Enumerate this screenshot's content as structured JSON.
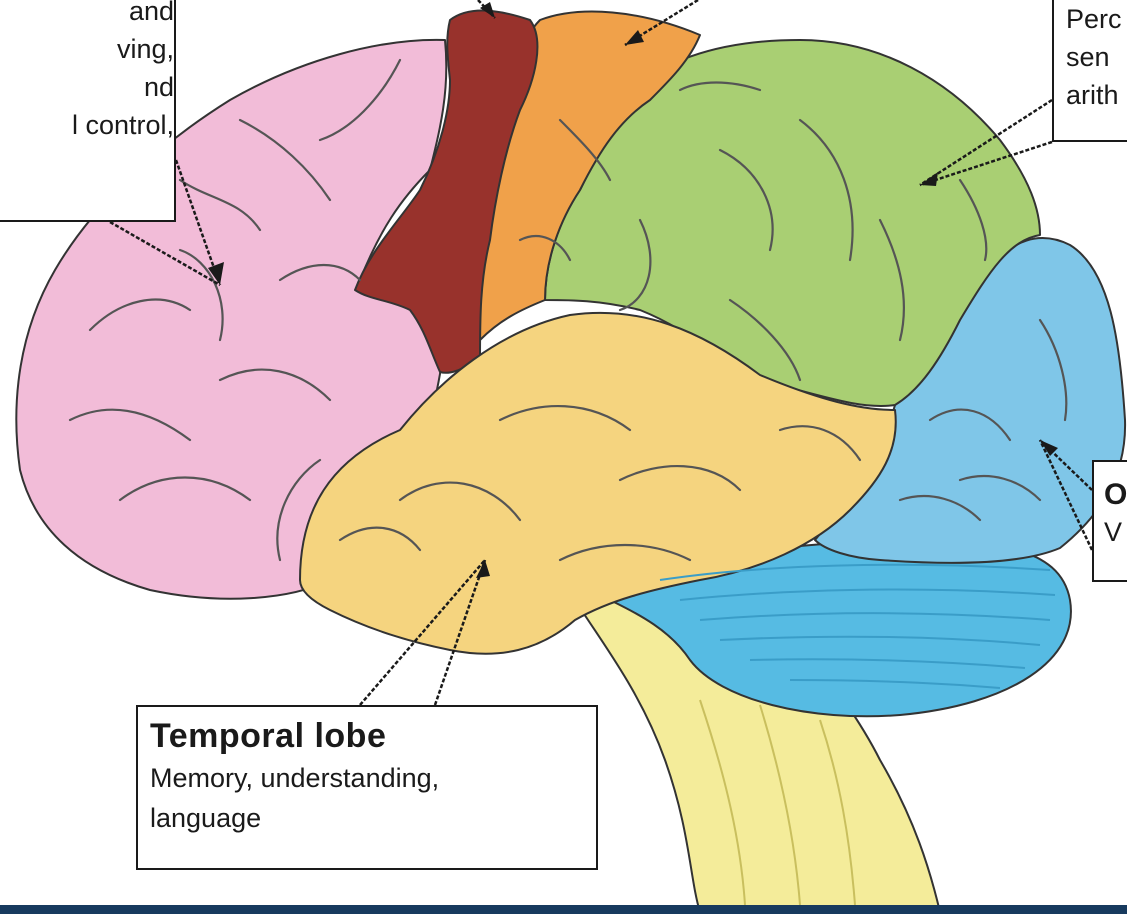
{
  "colors": {
    "frontal": "#f2bcd8",
    "motor": "#98322c",
    "sensory": "#f0a14a",
    "parietal": "#a9cf73",
    "occipital": "#7fc6e8",
    "cerebellum": "#56bbe3",
    "temporal": "#f5d47f",
    "brainstem": "#f4ec9a",
    "outline": "#333333",
    "bottom_bar": "#173a5e"
  },
  "callouts": {
    "frontal": {
      "lines": [
        "and",
        "ving,",
        "nd",
        "l control,"
      ]
    },
    "parietal": {
      "lines": [
        "Perc",
        "sen",
        "arith"
      ]
    },
    "occipital": {
      "title": "O",
      "description": "V"
    },
    "temporal": {
      "title": "Temporal lobe",
      "line1": "Memory, understanding,",
      "line2": "language"
    }
  }
}
